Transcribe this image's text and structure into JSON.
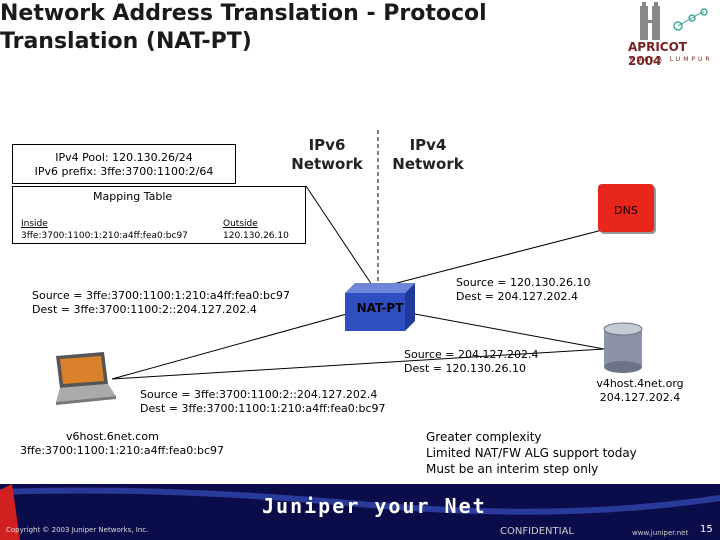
{
  "title": "Network Address Translation - Protocol Translation (NAT-PT)",
  "logo": {
    "main": "APRICOT 2004",
    "sub": "KUALA LUMPUR"
  },
  "pool": {
    "ipv4_pool": "IPv4 Pool: 120.130.26/24",
    "ipv6_prefix": "IPv6 prefix: 3ffe:3700:1100:2/64"
  },
  "networks": {
    "ipv6": "IPv6 Network",
    "ipv4": "IPv4 Network"
  },
  "mapping": {
    "title": "Mapping Table",
    "inside_header": "Inside",
    "inside_value": "3ffe:3700:1100:1:210:a4ff:fea0:bc97",
    "outside_header": "Outside",
    "outside_value": "120.130.26.10"
  },
  "dns_label": "DNS",
  "natpt_label": "NAT-PT",
  "flows": {
    "v6_out_src": "Source = 3ffe:3700:1100:1:210:a4ff:fea0:bc97",
    "v6_out_dst": "Dest = 3ffe:3700:1100:2::204.127.202.4",
    "v4_out_src": "Source = 120.130.26.10",
    "v4_out_dst": "Dest = 204.127.202.4",
    "v4_in_src": "Source = 204.127.202.4",
    "v4_in_dst": "Dest = 120.130.26.10",
    "v6_in_src": "Source = 3ffe:3700:1100:2::204.127.202.4",
    "v6_in_dst": "Dest = 3ffe:3700:1100:1:210:a4ff:fea0:bc97"
  },
  "hosts": {
    "v4_name": "v4host.4net.org",
    "v4_addr": "204.127.202.4",
    "v6_name": "v6host.6net.com",
    "v6_addr": "3ffe:3700:1100:1:210:a4ff:fea0:bc97"
  },
  "notes": [
    "Greater complexity",
    "Limited NAT/FW ALG support today",
    "Must be an interim step only"
  ],
  "footer": {
    "brand": "Juniper your Net",
    "copyright": "Copyright © 2003 Juniper Networks, Inc.",
    "confidential": "CONFIDENTIAL",
    "website": "www.juniper.net",
    "page": "15"
  },
  "colors": {
    "dns": "#e8261b",
    "natpt": "#2f4fc0",
    "footer": "#0b0d4a",
    "server": "#8c93a6"
  }
}
